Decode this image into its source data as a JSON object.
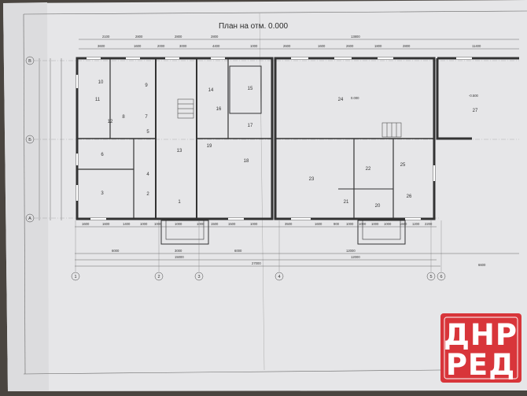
{
  "document": {
    "title": "План на отм. 0.000"
  },
  "top_dims_outer": [
    "2100",
    "2800",
    "2800",
    "2800",
    "13800"
  ],
  "top_dims_inner": [
    "3600",
    "1600",
    "2000",
    "3000",
    "4400",
    "1000",
    "2600",
    "1600",
    "2600",
    "1800",
    "2800",
    "11400"
  ],
  "rooms": [
    "1",
    "2",
    "3",
    "4",
    "5",
    "6",
    "7",
    "8",
    "9",
    "10",
    "11",
    "12",
    "13",
    "14",
    "15",
    "16",
    "17",
    "18",
    "19",
    "20",
    "21",
    "22",
    "23",
    "24",
    "25",
    "26",
    "27"
  ],
  "level_marks": [
    "0.000",
    "-0.500"
  ],
  "bottom_dims_1": [
    "1600",
    "1600",
    "1400",
    "1000",
    "1000",
    "1000",
    "1000",
    "1500",
    "1500",
    "1000",
    "3500",
    "1600",
    "900",
    "1000",
    "1000",
    "1000",
    "1000",
    "1600",
    "1200",
    "2200"
  ],
  "bottom_dims_2": [
    "6000",
    "3000",
    "6000",
    "12000",
    "6600"
  ],
  "bottom_dims_3": [
    "15000",
    "12000"
  ],
  "bottom_total": "27000",
  "axes_bottom": [
    "1",
    "2",
    "3",
    "4",
    "5",
    "6"
  ],
  "axes_left": [
    "В",
    "Б",
    "А"
  ],
  "watermark": "ДНР РЕД",
  "colors": {
    "paper": "#e7e7e9",
    "line": "#3a3a3a",
    "watermark": "#d7262a",
    "background": "#4a4540"
  }
}
